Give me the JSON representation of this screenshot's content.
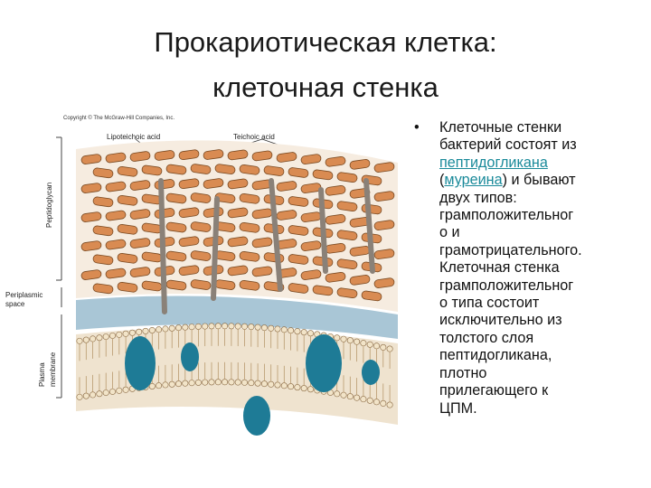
{
  "title": {
    "line1": "Прокариотическая клетка:",
    "line2": "клеточная стенка"
  },
  "figure": {
    "copyright": "Copyright © The McGraw-Hill Companies, Inc.",
    "label_lipoteichoic": "Lipoteichoic acid",
    "label_teichoic": "Teichoic acid",
    "label_peptidoglycan": "Peptidoglycan",
    "label_periplasmic_1": "Periplasmic",
    "label_periplasmic_2": "space",
    "label_plasma_1": "Plasma",
    "label_plasma_2": "membrane"
  },
  "bullet": {
    "marker": "•",
    "l1": "Клеточные стенки",
    "l2": "бактерий состоят из",
    "link1": "пептидогликана",
    "l4_open": "(",
    "link2": "муреина",
    "l4_rest": ") и бывают",
    "l5": "двух типов:",
    "l6": "грамположительног",
    "l7": "о и",
    "l8": "грамотрицательного.",
    "l9": "Клеточная стенка",
    "l10": "грамположительног",
    "l11": "о типа состоит",
    "l12": "исключительно из",
    "l13": "толстого слоя",
    "l14": "пептидогликана,",
    "l15": "плотно",
    "l16": "прилегающего к",
    "l17": "ЦПМ."
  },
  "colors": {
    "rod_fill": "#d98b52",
    "rod_stroke": "#7a4a22",
    "periplasm": "#a9c6d6",
    "protein": "#1e7b96",
    "lipid_head": "#f2e4c8",
    "teichoic": "#8a8178"
  }
}
